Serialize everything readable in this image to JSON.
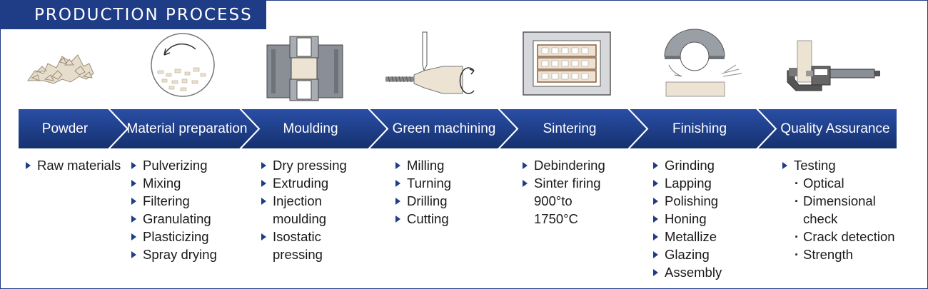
{
  "title": "PRODUCTION PROCESS",
  "stages": [
    {
      "label": "Powder",
      "items": [
        {
          "kind": "tri",
          "text": "Raw materials"
        }
      ]
    },
    {
      "label": "Material preparation",
      "items": [
        {
          "kind": "tri",
          "text": "Pulverizing"
        },
        {
          "kind": "tri",
          "text": "Mixing"
        },
        {
          "kind": "tri",
          "text": "Filtering"
        },
        {
          "kind": "tri",
          "text": "Granulating"
        },
        {
          "kind": "tri",
          "text": "Plasticizing"
        },
        {
          "kind": "tri",
          "text": "Spray drying"
        }
      ]
    },
    {
      "label": "Moulding",
      "items": [
        {
          "kind": "tri",
          "text": "Dry pressing"
        },
        {
          "kind": "tri",
          "text": "Extruding"
        },
        {
          "kind": "tri",
          "text": "Injection"
        },
        {
          "kind": "cont",
          "text": "moulding"
        },
        {
          "kind": "tri",
          "text": "Isostatic"
        },
        {
          "kind": "cont",
          "text": "pressing"
        }
      ]
    },
    {
      "label": "Green machining",
      "items": [
        {
          "kind": "tri",
          "text": "Milling"
        },
        {
          "kind": "tri",
          "text": "Turning"
        },
        {
          "kind": "tri",
          "text": "Drilling"
        },
        {
          "kind": "tri",
          "text": "Cutting"
        }
      ]
    },
    {
      "label": "Sintering",
      "items": [
        {
          "kind": "tri",
          "text": "Debindering"
        },
        {
          "kind": "tri",
          "text": "Sinter firing"
        },
        {
          "kind": "cont",
          "text": "900°to"
        },
        {
          "kind": "cont",
          "text": "1750°C"
        }
      ]
    },
    {
      "label": "Finishing",
      "items": [
        {
          "kind": "tri",
          "text": "Grinding"
        },
        {
          "kind": "tri",
          "text": "Lapping"
        },
        {
          "kind": "tri",
          "text": "Polishing"
        },
        {
          "kind": "tri",
          "text": "Honing"
        },
        {
          "kind": "tri",
          "text": "Metallize"
        },
        {
          "kind": "tri",
          "text": "Glazing"
        },
        {
          "kind": "tri",
          "text": "Assembly"
        }
      ]
    },
    {
      "label": "Quality Assurance",
      "items": [
        {
          "kind": "tri",
          "text": "Testing"
        },
        {
          "kind": "sub",
          "text": "Optical"
        },
        {
          "kind": "sub",
          "text": "Dimensional"
        },
        {
          "kind": "cont2",
          "text": "check"
        },
        {
          "kind": "sub",
          "text": "Crack detection"
        },
        {
          "kind": "sub",
          "text": "Strength"
        }
      ]
    }
  ],
  "colors": {
    "navy": "#1f3d87",
    "band_light": "#2a4fa6",
    "band_dark": "#15306e",
    "cream": "#ece3d3"
  },
  "icons": [
    "powder-pile-icon",
    "rotating-drum-icon",
    "mould-press-icon",
    "lathe-tool-icon",
    "sintering-furnace-icon",
    "grinding-wheel-icon",
    "micrometer-icon"
  ]
}
